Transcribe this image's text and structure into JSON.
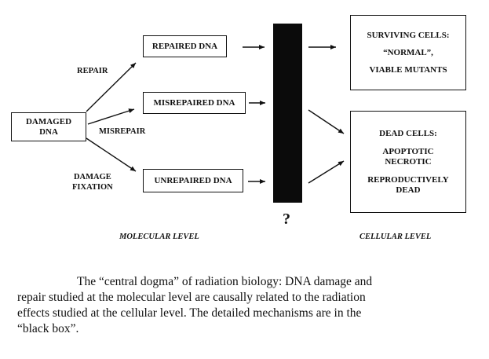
{
  "diagram": {
    "damaged_dna": [
      "DAMAGED",
      "DNA"
    ],
    "labels": {
      "repair": "REPAIR",
      "misrepair": "MISREPAIR",
      "damage_fixation": [
        "DAMAGE",
        "FIXATION"
      ]
    },
    "repaired_dna": "REPAIRED DNA",
    "misrepaired_dna": "MISREPAIRED DNA",
    "unrepaired_dna": "UNREPAIRED DNA",
    "question_mark": "?",
    "surviving_cells": [
      "SURVIVING CELLS:",
      "“NORMAL”,",
      "VIABLE MUTANTS"
    ],
    "dead_cells": [
      "DEAD CELLS:",
      "APOPTOTIC",
      "NECROTIC",
      "REPRODUCTIVELY",
      "DEAD"
    ],
    "molecular_level": "MOLECULAR LEVEL",
    "cellular_level": "CELLULAR LEVEL"
  },
  "caption": {
    "lines": [
      "The “central dogma” of radiation biology: DNA damage and",
      "repair studied at the molecular level are causally related to the radiation",
      "effects studied at the cellular level. The detailed mechanisms are in the",
      "“black box”."
    ]
  }
}
